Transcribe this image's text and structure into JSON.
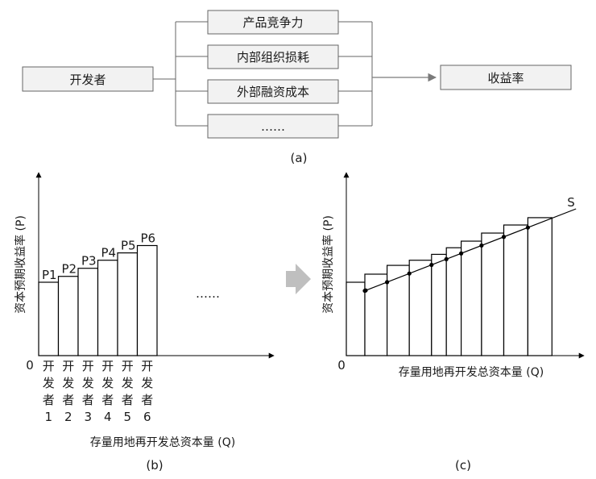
{
  "top_diagram": {
    "source_label": "开发者",
    "factors": [
      "产品竞争力",
      "内部组织损耗",
      "外部融资成本",
      "……"
    ],
    "result_label": "收益率",
    "caption": "(a)"
  },
  "chart_b": {
    "caption": "(b)",
    "ylabel": "资本预期收益率 (P)",
    "xlabel": "存量用地再开发总资本量 (Q)",
    "origin": "0",
    "ellipsis": "……",
    "bar_labels": [
      "P1",
      "P2",
      "P3",
      "P4",
      "P5",
      "P6"
    ],
    "developer_labels": [
      [
        "开",
        "发",
        "者",
        "1"
      ],
      [
        "开",
        "发",
        "者",
        "2"
      ],
      [
        "开",
        "发",
        "者",
        "3"
      ],
      [
        "开",
        "发",
        "者",
        "4"
      ],
      [
        "开",
        "发",
        "者",
        "5"
      ],
      [
        "开",
        "发",
        "者",
        "6"
      ]
    ]
  },
  "chart_c": {
    "caption": "(c)",
    "ylabel": "资本预期收益率 (P)",
    "xlabel": "存量用地再开发总资本量 (Q)",
    "origin": "0",
    "line_label": "S"
  },
  "chart_data": [
    {
      "type": "bar",
      "categories": [
        "开发者1",
        "开发者2",
        "开发者3",
        "开发者4",
        "开发者5",
        "开发者6"
      ],
      "series": [
        {
          "name": "",
          "values": [
            1.0,
            1.08,
            1.19,
            1.3,
            1.4,
            1.5
          ]
        }
      ],
      "value_labels": [
        "P1",
        "P2",
        "P3",
        "P4",
        "P5",
        "P6"
      ],
      "widths": [
        1,
        1,
        1,
        1,
        1,
        1
      ],
      "xlabel": "存量用地再开发总资本量 (Q)",
      "ylabel": "资本预期收益率 (P)",
      "ylim": [
        0,
        2.4
      ],
      "grid": false
    },
    {
      "type": "bar",
      "categories": [
        "",
        "",
        "",
        "",
        "",
        "",
        "",
        "",
        "",
        ""
      ],
      "series": [
        {
          "name": "",
          "values": [
            1.0,
            1.11,
            1.23,
            1.3,
            1.38,
            1.47,
            1.56,
            1.67,
            1.78,
            1.88
          ]
        }
      ],
      "widths": [
        1.0,
        1.2,
        1.2,
        1.2,
        0.8,
        0.8,
        1.1,
        1.2,
        1.3,
        1.3
      ],
      "fit_line": {
        "label": "S",
        "x": [
          0.96,
          12.4
        ],
        "y": [
          0.88,
          2.0
        ]
      },
      "xlabel": "存量用地再开发总资本量 (Q)",
      "ylabel": "资本预期收益率 (P)",
      "ylim": [
        0,
        2.4
      ],
      "grid": false
    }
  ]
}
